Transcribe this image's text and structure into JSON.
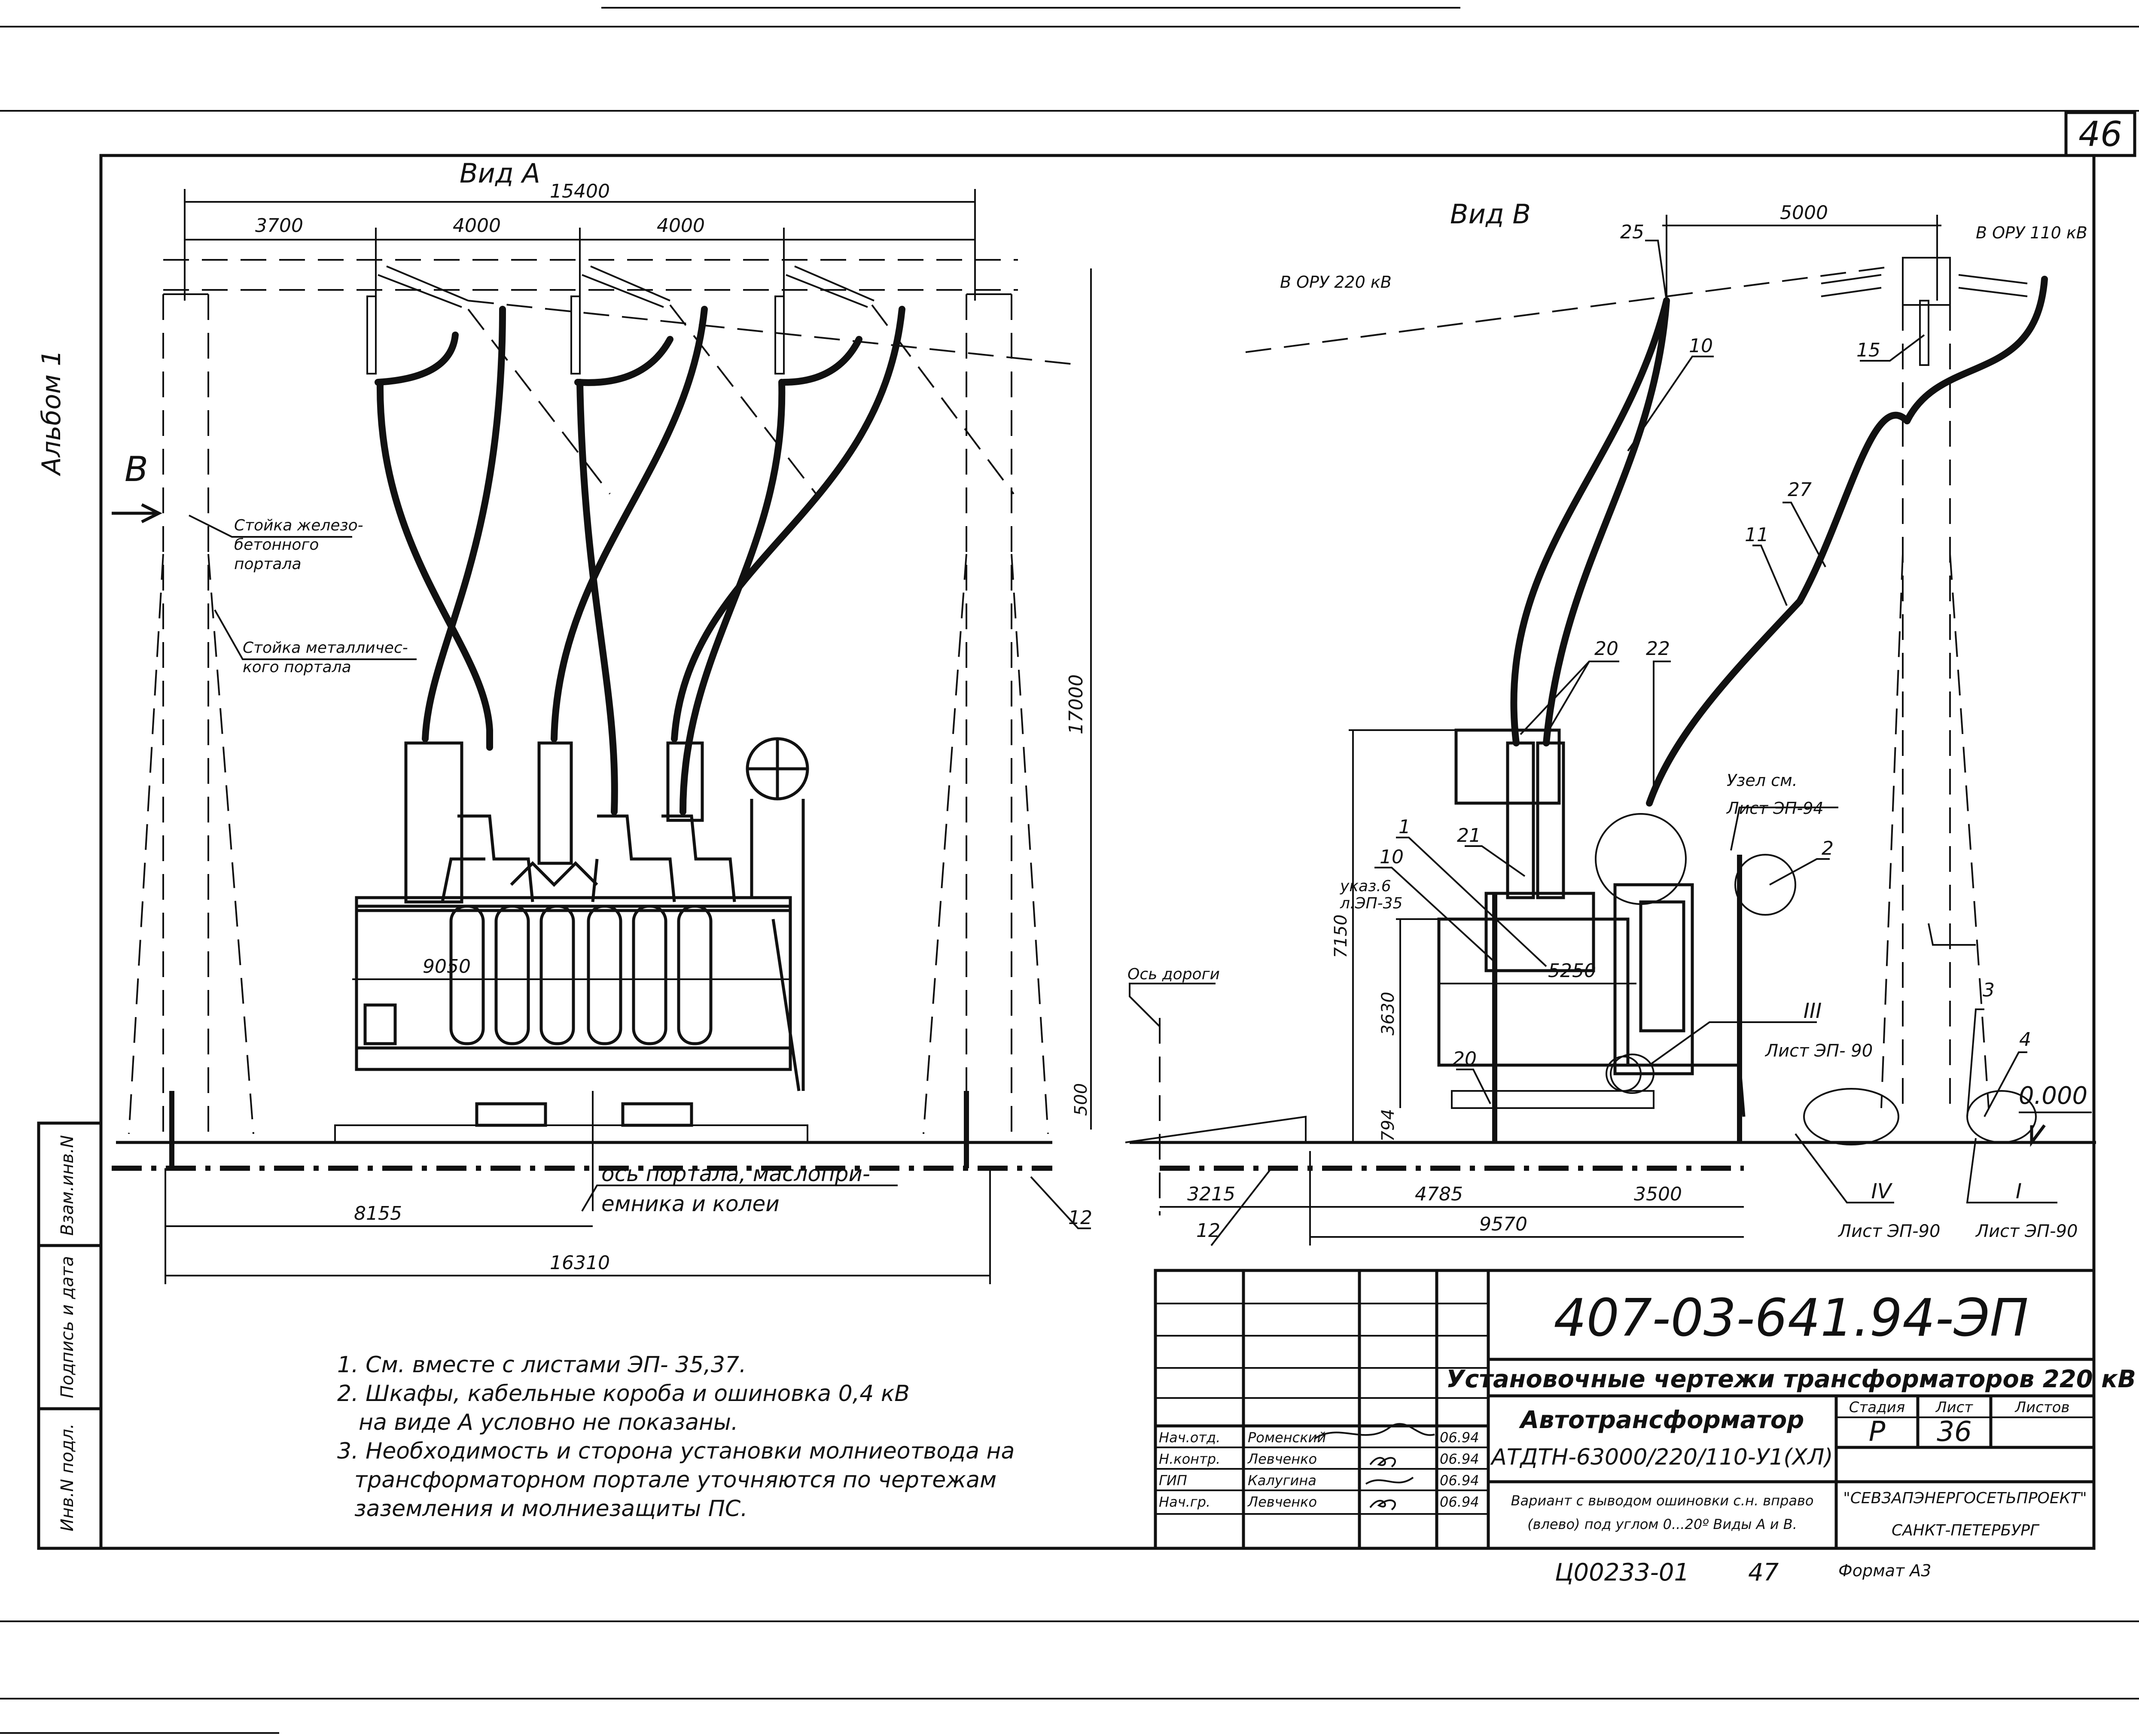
{
  "page_number": "46",
  "album_label": "Альбом 1",
  "view_a": {
    "title": "Вид А",
    "arrow_label": "В",
    "dims": {
      "overall_top": "15400",
      "d1": "3700",
      "d2": "4000",
      "d3": "4000",
      "height": "17000",
      "tank_width": "9050",
      "base_height": "500",
      "bottom_left": "8155",
      "bottom_overall": "16310",
      "ref_12": "12"
    },
    "label_concrete": [
      "Стойка железо-",
      "бетонного",
      "портала"
    ],
    "label_metal": [
      "Стойка металличес-",
      "кого портала"
    ],
    "label_axis": [
      "ось портала, маслопри-",
      "емника и колеи"
    ]
  },
  "view_b": {
    "title": "Вид В",
    "to_220": "В ОРУ 220 кВ",
    "to_110": "В ОРУ 110 кВ",
    "road_axis": "Ось дороги",
    "dims": {
      "top": "5000",
      "h7150": "7150",
      "h3630": "3630",
      "h794": "794",
      "w5250": "5250",
      "d3215": "3215",
      "d4785": "4785",
      "d3500": "3500",
      "d9570": "9570",
      "level": "0.000"
    },
    "refs": [
      "25",
      "10",
      "15",
      "27",
      "11",
      "20",
      "22",
      "1",
      "10",
      "21",
      "2",
      "20",
      "3",
      "4",
      "12"
    ],
    "ref_note": [
      "указ.6",
      "л.ЭП-35"
    ],
    "node_note": [
      "Узел см.",
      "Лист ЭП-94"
    ],
    "callouts": [
      {
        "roman": "III",
        "sheet": "Лист ЭП- 90"
      },
      {
        "roman": "IV",
        "sheet": "Лист ЭП-90"
      },
      {
        "roman": "I",
        "sheet": "Лист ЭП-90"
      }
    ]
  },
  "notes": [
    "1. См. вместе с листами ЭП- 35,37.",
    "2. Шкафы, кабельные короба и ошиновка 0,4 кВ",
    "на виде А условно не показаны.",
    "3. Необходимость и сторона установки молниеотвода на",
    "трансформаторном портале уточняются по чертежам",
    "заземления и молниезащиты ПС."
  ],
  "side_stamp": [
    "Взам.инв.N",
    "Подпись и дата",
    "Инв.N подл."
  ],
  "title_block": {
    "doc_code": "407-03-641.94-ЭП",
    "project_title": "Установочные чертежи трансформаторов 220 кВ",
    "item_title": "Автотрансформатор",
    "item_model": "АТДТН-63000/220/110-У1(ХЛ)",
    "variant": [
      "Вариант с выводом ошиновки с.н. вправо",
      "(влево) под углом 0...20º Виды А и В."
    ],
    "headers": {
      "stage": "Стадия",
      "sheet": "Лист",
      "sheets": "Листов"
    },
    "stage": "Р",
    "sheet": "36",
    "org": "\"СЕВЗАПЭНЕРГОСЕТЬПРОЕКТ\"",
    "city": "САНКТ-ПЕТЕРБУРГ",
    "signers": [
      {
        "role": "Нач.отд.",
        "name": "Роменский",
        "date": "06.94"
      },
      {
        "role": "Н.контр.",
        "name": "Левченко",
        "date": "06.94"
      },
      {
        "role": "ГИП",
        "name": "Калугина",
        "date": "06.94"
      },
      {
        "role": "Нач.гр.",
        "name": "Левченко",
        "date": "06.94"
      }
    ]
  },
  "footer": {
    "handwritten_code": "Ц00233-01",
    "handwritten_num": "47",
    "format": "Формат А3"
  }
}
